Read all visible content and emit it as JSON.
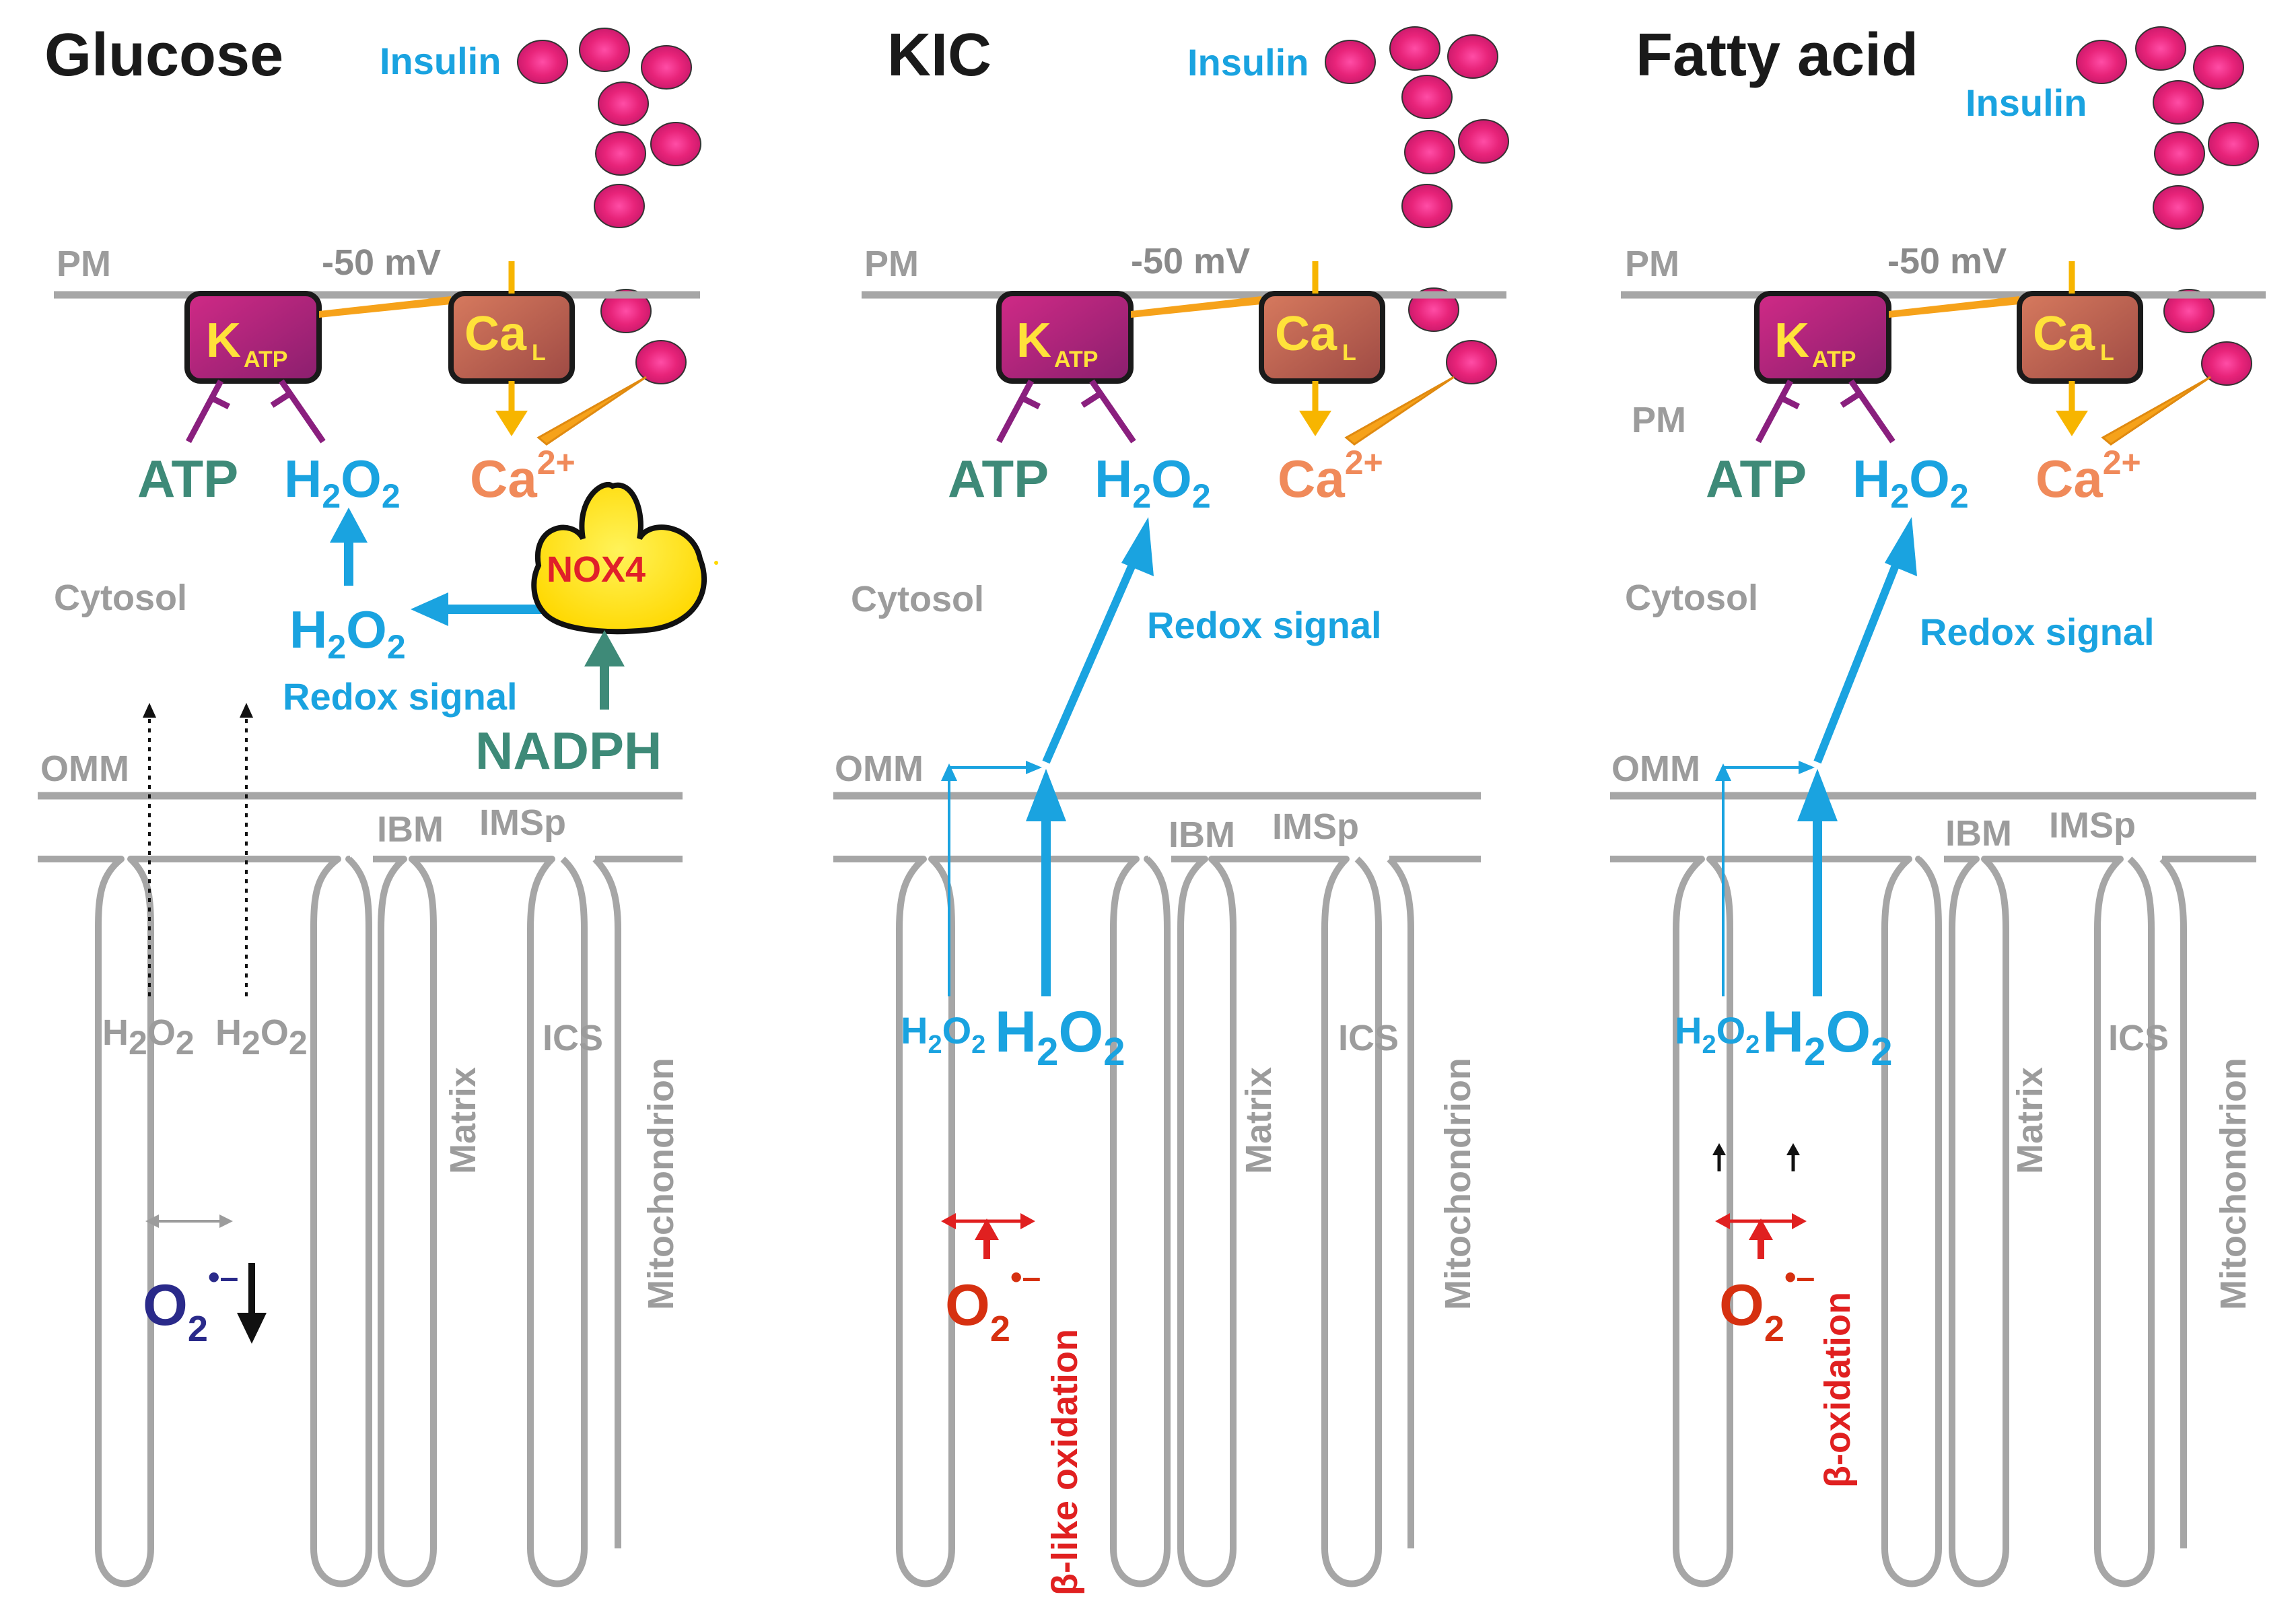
{
  "panels": [
    {
      "title": "Glucose",
      "insulin": "Insulin",
      "pm": "PM",
      "voltage": "-50 mV",
      "katp_k": "K",
      "katp_sub": "ATP",
      "cal_ca": "Ca",
      "cal_sub": "L",
      "atp": "ATP",
      "h2o2_h": "H",
      "h2o2_2": "2",
      "h2o2_o": "O",
      "ca2_ca": "Ca",
      "ca2_sup": "2+",
      "cytosol": "Cytosol",
      "redox": "Redox signal",
      "nadph": "NADPH",
      "nox4": "NOX4",
      "omm": "OMM",
      "ibm": "IBM",
      "imsp": "IMSp",
      "ics": "ICS",
      "matrix": "Matrix",
      "mito": "Mitochondrion",
      "o2": "O",
      "o2_sub": "2",
      "o2_sup": "•–"
    },
    {
      "title": "KIC",
      "insulin": "Insulin",
      "pm": "PM",
      "voltage": "-50 mV",
      "katp_k": "K",
      "katp_sub": "ATP",
      "cal_ca": "Ca",
      "cal_sub": "L",
      "atp": "ATP",
      "h2o2_h": "H",
      "h2o2_2": "2",
      "h2o2_o": "O",
      "ca2_ca": "Ca",
      "ca2_sup": "2+",
      "cytosol": "Cytosol",
      "redox": "Redox signal",
      "omm": "OMM",
      "ibm": "IBM",
      "imsp": "IMSp",
      "ics": "ICS",
      "matrix": "Matrix",
      "mito": "Mitochondrion",
      "o2": "O",
      "o2_sub": "2",
      "o2_sup": "•–",
      "oxidation": "β-like oxidation"
    },
    {
      "title": "Fatty acid",
      "insulin": "Insulin",
      "pm": "PM",
      "pm2": "PM",
      "voltage": "-50 mV",
      "katp_k": "K",
      "katp_sub": "ATP",
      "cal_ca": "Ca",
      "cal_sub": "L",
      "atp": "ATP",
      "h2o2_h": "H",
      "h2o2_2": "2",
      "h2o2_o": "O",
      "ca2_ca": "Ca",
      "ca2_sup": "2+",
      "cytosol": "Cytosol",
      "redox": "Redox signal",
      "omm": "OMM",
      "ibm": "IBM",
      "imsp": "IMSp",
      "ics": "ICS",
      "matrix": "Matrix",
      "mito": "Mitochondrion",
      "o2": "O",
      "o2_sub": "2",
      "o2_sup": "•–",
      "oxidation": "β-oxidation"
    }
  ],
  "colors": {
    "membrane": "#a6a6a6",
    "insulin_granule": "#e8247a",
    "katp": "#b8247e",
    "cal": "#c86a58",
    "blue": "#1aa3e0",
    "green": "#3e8a78",
    "red": "#e02020",
    "nox4_fill": "#ffee00"
  }
}
